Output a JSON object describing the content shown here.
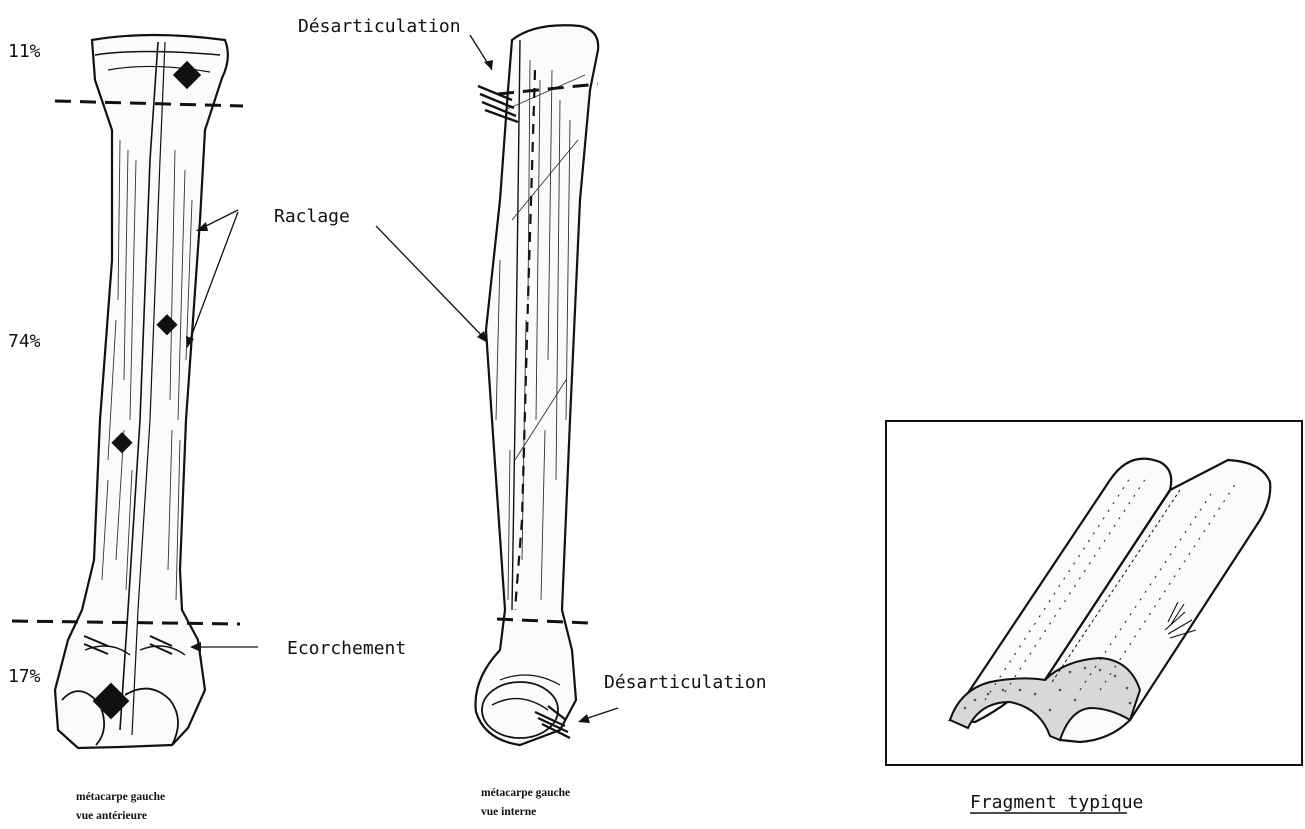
{
  "percentages": {
    "top": "11%",
    "middle": "74%",
    "bottom": "17%"
  },
  "labels": {
    "desarticulation_top": "Désarticulation",
    "raclage": "Raclage",
    "ecorchement": "Ecorchement",
    "desarticulation_bottom": "Désarticulation",
    "fragment_typique": "Fragment typique"
  },
  "captions": {
    "left_line1": "métacarpe gauche",
    "left_line2": "vue antérieure",
    "middle_line1": "métacarpe gauche",
    "middle_line2": "vue interne"
  },
  "colors": {
    "ink": "#111111",
    "background": "#ffffff"
  }
}
